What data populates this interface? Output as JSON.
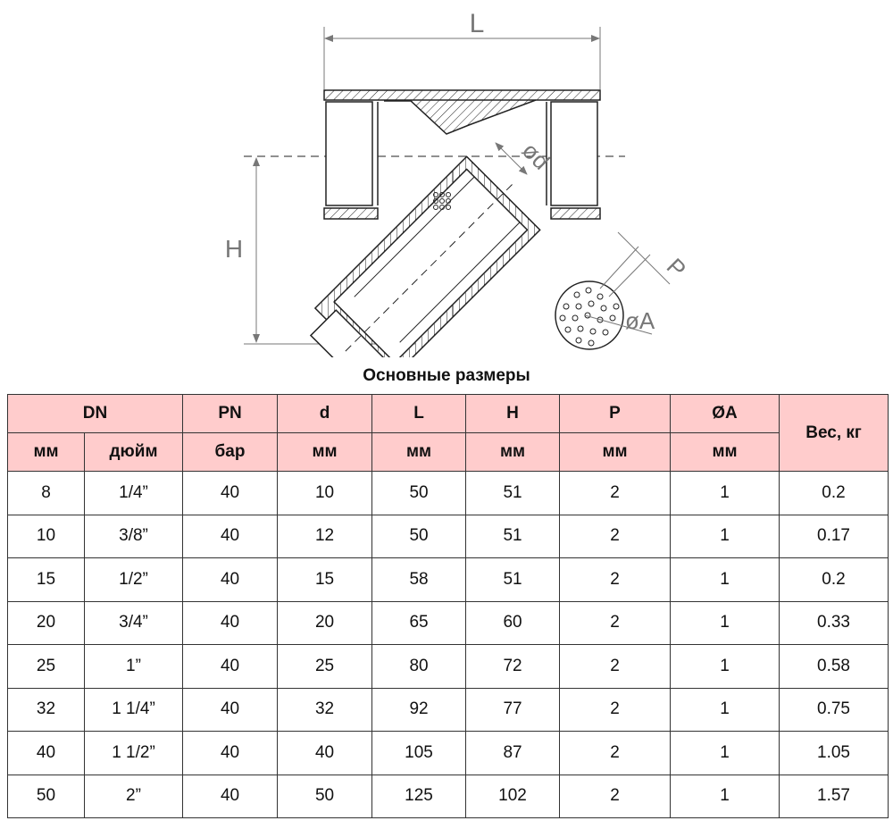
{
  "drawing": {
    "labels": {
      "L": "L",
      "H": "H",
      "d": "ød",
      "P": "P",
      "A": "øA"
    }
  },
  "table": {
    "title": "Основные размеры",
    "header_top": [
      "DN",
      "PN",
      "d",
      "L",
      "H",
      "P",
      "ØA",
      "Вес, кг"
    ],
    "header_units": [
      "мм",
      "дюйм",
      "бар",
      "мм",
      "мм",
      "мм",
      "мм",
      "мм"
    ],
    "rows": [
      [
        "8",
        "1/4”",
        "40",
        "10",
        "50",
        "51",
        "2",
        "1",
        "0.2"
      ],
      [
        "10",
        "3/8”",
        "40",
        "12",
        "50",
        "51",
        "2",
        "1",
        "0.17"
      ],
      [
        "15",
        "1/2”",
        "40",
        "15",
        "58",
        "51",
        "2",
        "1",
        "0.2"
      ],
      [
        "20",
        "3/4”",
        "40",
        "20",
        "65",
        "60",
        "2",
        "1",
        "0.33"
      ],
      [
        "25",
        "1”",
        "40",
        "25",
        "80",
        "72",
        "2",
        "1",
        "0.58"
      ],
      [
        "32",
        "1 1/4”",
        "40",
        "32",
        "92",
        "77",
        "2",
        "1",
        "0.75"
      ],
      [
        "40",
        "1 1/2”",
        "40",
        "40",
        "105",
        "87",
        "2",
        "1",
        "1.05"
      ],
      [
        "50",
        "2”",
        "40",
        "50",
        "125",
        "102",
        "2",
        "1",
        "1.57"
      ]
    ]
  },
  "colors": {
    "header_bg": "#ffcccc",
    "line": "#333333",
    "dim": "#777777"
  }
}
